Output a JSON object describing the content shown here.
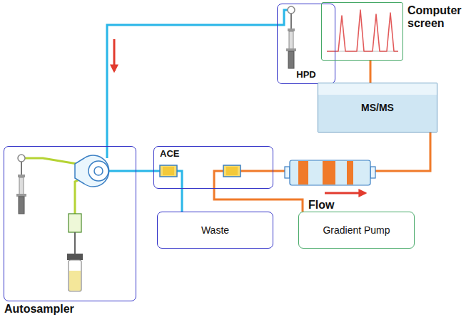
{
  "diagram": {
    "nodes": [
      {
        "text": [
          "HPD"
        ]
      },
      {
        "text": [
          "Computer screen"
        ]
      },
      {
        "text": [
          "MS/MS"
        ]
      },
      {
        "text": [
          "Autosampler"
        ]
      },
      {
        "text": [
          "ACE"
        ]
      },
      {
        "text": [
          "Waste"
        ]
      },
      {
        "text": [
          "Gradient Pump"
        ]
      }
    ],
    "edges": [
      {
        "from": 0,
        "to": 3,
        "arrow": "none"
      },
      {
        "from": 3,
        "to": 4,
        "arrow": "none"
      },
      {
        "from": 4,
        "to": 5,
        "arrow": "none"
      },
      {
        "from": 6,
        "to": 4,
        "arrow": "none"
      },
      {
        "from": 4,
        "to": 2,
        "arrow": "none"
      },
      {
        "from": 2,
        "to": 1,
        "arrow": "none"
      }
    ],
    "labels": [
      "Flow"
    ]
  }
}
